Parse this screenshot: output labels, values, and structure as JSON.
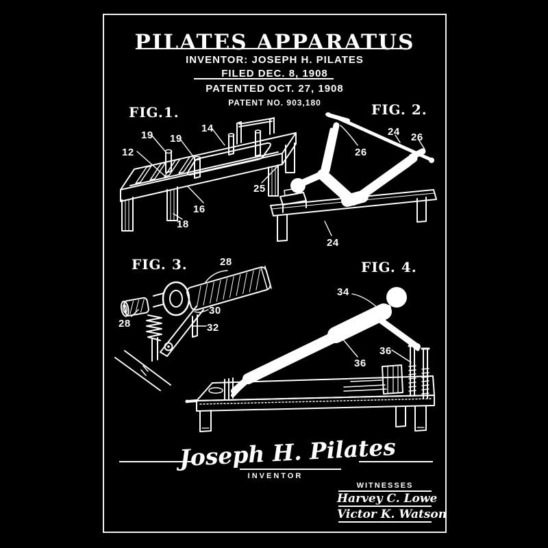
{
  "poster": {
    "title": "PILATES APPARATUS",
    "inventor_line": "INVENTOR: JOSEPH H. PILATES",
    "filed_line": "FILED DEC. 8, 1908",
    "patented_line": "PATENTED OCT. 27, 1908",
    "patent_no_line": "PATENT NO. 903,180",
    "colors": {
      "background": "#000000",
      "ink": "#ffffff"
    }
  },
  "figures": [
    {
      "label": "FIG.1.",
      "drawing": "reformer-bench-perspective",
      "refs": [
        "12",
        "19",
        "19",
        "14",
        "25",
        "16",
        "18"
      ]
    },
    {
      "label": "FIG. 2.",
      "drawing": "man-lying-leg-press-with-bar",
      "refs": [
        "26",
        "24",
        "26",
        "24"
      ]
    },
    {
      "label": "FIG. 3.",
      "drawing": "knurled-roller-spring-mechanism",
      "refs": [
        "28",
        "28",
        "30",
        "32"
      ]
    },
    {
      "label": "FIG. 4.",
      "drawing": "man-plank-on-reformer",
      "refs": [
        "34",
        "36",
        "36"
      ]
    }
  ],
  "signature": {
    "name": "Joseph H. Pilates",
    "caption": "INVENTOR"
  },
  "witnesses": {
    "heading": "WITNESSES",
    "names": [
      "Harvey C. Lowe",
      "Victor K. Watson"
    ]
  }
}
